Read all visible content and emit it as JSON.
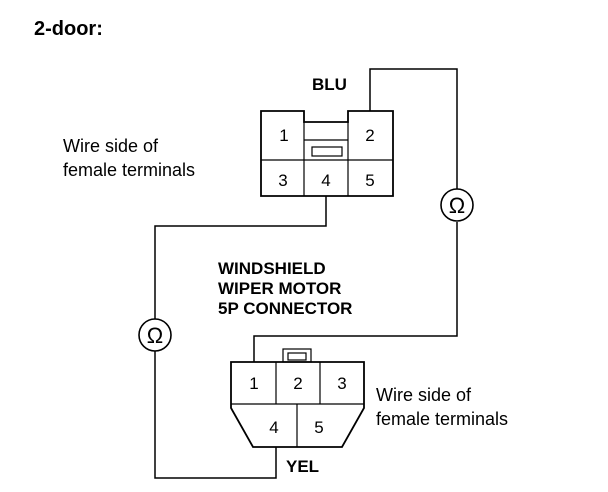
{
  "heading": "2-door:",
  "top_connector": {
    "wire_color": "BLU",
    "side_label": [
      "Wire side of",
      "female terminals"
    ],
    "terminals": [
      "1",
      "2",
      "3",
      "4",
      "5"
    ]
  },
  "bottom_connector": {
    "wire_color": "YEL",
    "side_label": [
      "Wire side of",
      "female terminals"
    ],
    "terminals": [
      "1",
      "2",
      "3",
      "4",
      "5"
    ]
  },
  "connector_name": [
    "WINDSHIELD",
    "WIPER MOTOR",
    "5P CONNECTOR"
  ],
  "meter_symbol": "Ω"
}
